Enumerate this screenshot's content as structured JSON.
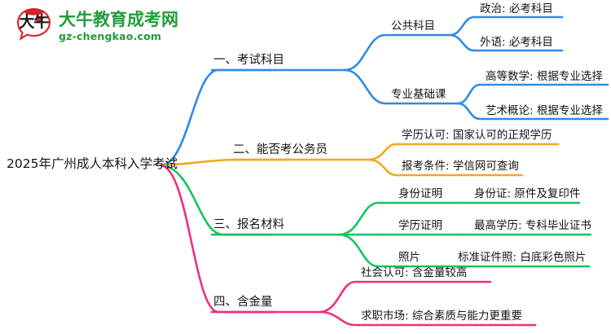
{
  "logo": {
    "mark_text": "大牛",
    "title": "大牛教育成考网",
    "subtitle": "gz-chengkao.com",
    "brand_color": "#1f9d38",
    "mark_color": "#d8222a"
  },
  "mindmap": {
    "root": {
      "label": "2025年广州成人本科入学考试"
    },
    "branch_colors": {
      "exam_subjects": "#2e8ce5",
      "civil_service": "#f2a724",
      "application_materials": "#14c45f",
      "value": "#ef2f7e"
    },
    "branches": [
      {
        "id": "exam-subjects",
        "label": "一、考试科目",
        "color": "#2e8ce5",
        "children": [
          {
            "label": "公共科目",
            "children": [
              {
                "label": "政治: 必考科目"
              },
              {
                "label": "外语: 必考科目"
              }
            ]
          },
          {
            "label": "专业基础课",
            "children": [
              {
                "label": "高等数学: 根据专业选择"
              },
              {
                "label": "艺术概论: 根据专业选择"
              }
            ]
          }
        ]
      },
      {
        "id": "civil-service",
        "label": "二、能否考公务员",
        "color": "#f2a724",
        "children": [
          {
            "label": "学历认可: 国家认可的正规学历"
          },
          {
            "label": "报考条件: 学信网可查询"
          }
        ]
      },
      {
        "id": "application-materials",
        "label": "三、报名材料",
        "color": "#14c45f",
        "children": [
          {
            "label": "身份证明",
            "children": [
              {
                "label": "身份证: 原件及复印件"
              }
            ]
          },
          {
            "label": "学历证明",
            "children": [
              {
                "label": "最高学历: 专科毕业证书"
              }
            ]
          },
          {
            "label": "照片",
            "children": [
              {
                "label": "标准证件照: 白底彩色照片"
              }
            ]
          }
        ]
      },
      {
        "id": "value",
        "label": "四、含金量",
        "color": "#ef2f7e",
        "children": [
          {
            "label": "社会认可: 含金量较高"
          },
          {
            "label": "求职市场: 综合素质与能力更重要"
          }
        ]
      }
    ]
  }
}
